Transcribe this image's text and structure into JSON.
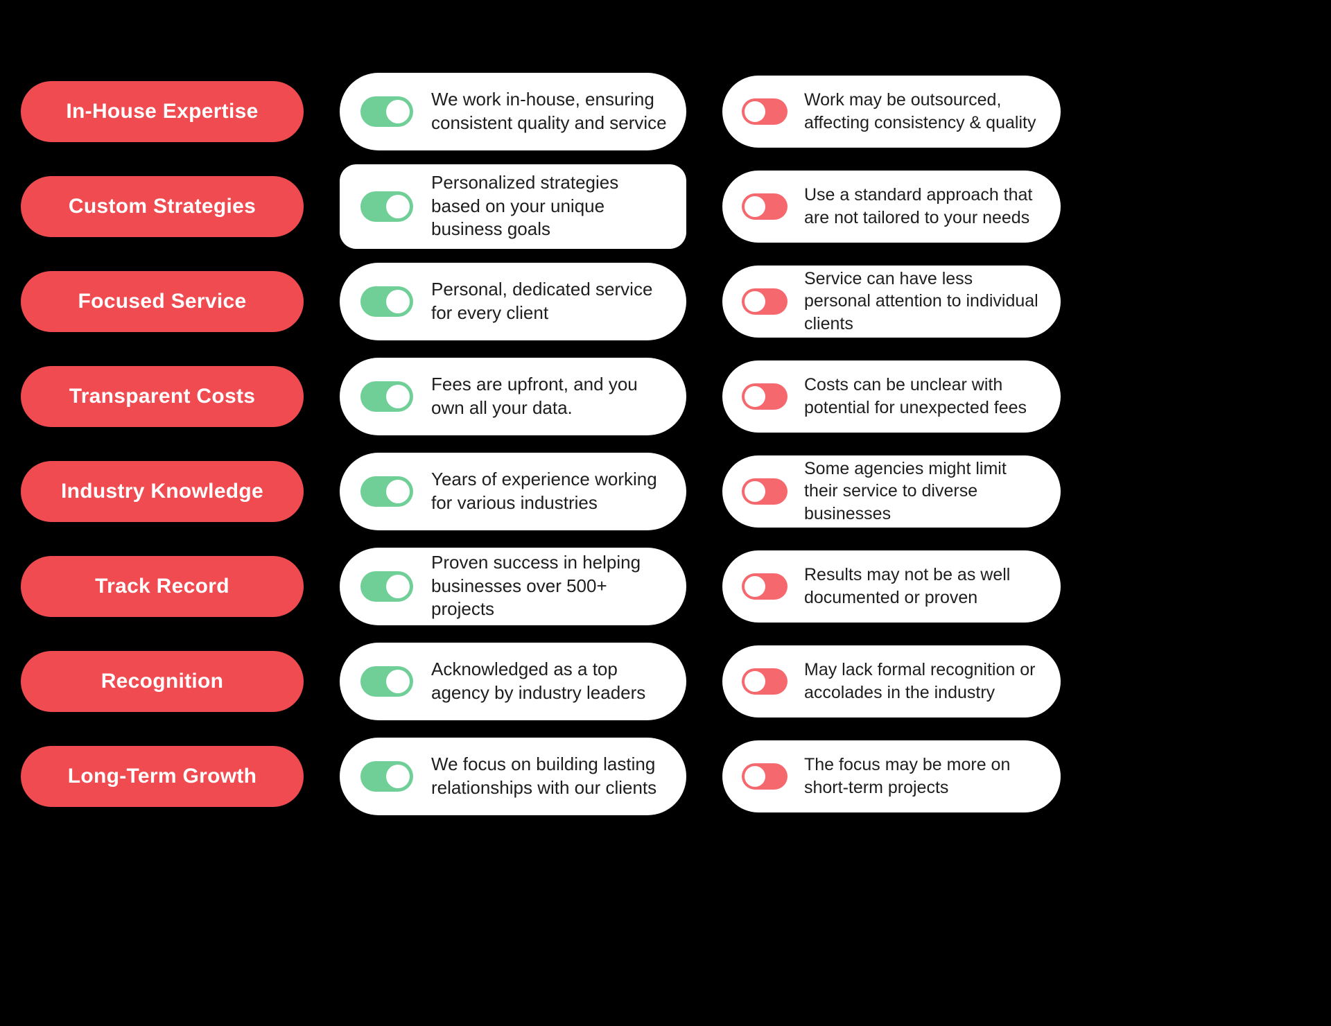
{
  "colors": {
    "background": "#000000",
    "red_pill": "#F04B50",
    "card_bg": "#FFFFFF",
    "toggle_on": "#6FCF97",
    "toggle_off": "#F5696E",
    "text_dark": "#1E1E1E",
    "text_light": "#FFFFFF"
  },
  "icons": {
    "pro_toggle": "toggle-on-icon",
    "con_toggle": "toggle-off-icon"
  },
  "rows": [
    {
      "feature": "In-House Expertise",
      "pro": "We work in-house, ensuring consistent quality and service",
      "con": "Work may be outsourced, affecting consistency & quality"
    },
    {
      "feature": "Custom Strategies",
      "pro": "Personalized strategies based on your unique business goals",
      "con": "Use a standard approach that are not tailored to your needs"
    },
    {
      "feature": "Focused Service",
      "pro": "Personal, dedicated service for every client",
      "con": "Service can have less personal attention to individual clients"
    },
    {
      "feature": "Transparent Costs",
      "pro": "Fees are upfront, and you own all your data.",
      "con": "Costs can be unclear with potential for unexpected fees"
    },
    {
      "feature": "Industry Knowledge",
      "pro": "Years of experience working for various industries",
      "con": "Some agencies might limit their service to diverse businesses"
    },
    {
      "feature": "Track Record",
      "pro": "Proven success in helping businesses over 500+ projects",
      "con": "Results may not be as well documented or proven"
    },
    {
      "feature": "Recognition",
      "pro": "Acknowledged as a top agency by industry leaders",
      "con": "May lack formal recognition or accolades in the industry"
    },
    {
      "feature": "Long-Term Growth",
      "pro": "We focus on building lasting relationships with our clients",
      "con": "The focus may be more on short-term projects"
    }
  ]
}
